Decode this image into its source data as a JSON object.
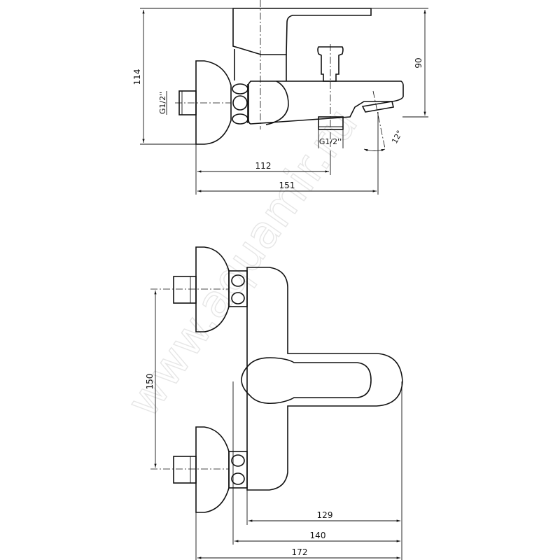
{
  "watermark": "www.aquamir.ru",
  "side_view": {
    "dim_height_total": "114",
    "dim_height_spout": "90",
    "dim_outlet_distance": "112",
    "dim_spout_reach": "151",
    "inlet_thread": "G1/2''",
    "outlet_thread": "G1/2''",
    "spout_angle": "12°"
  },
  "top_view": {
    "dim_inlet_spacing": "150",
    "dim_body_depth": "129",
    "dim_handle_depth": "140",
    "dim_total_depth": "172"
  }
}
